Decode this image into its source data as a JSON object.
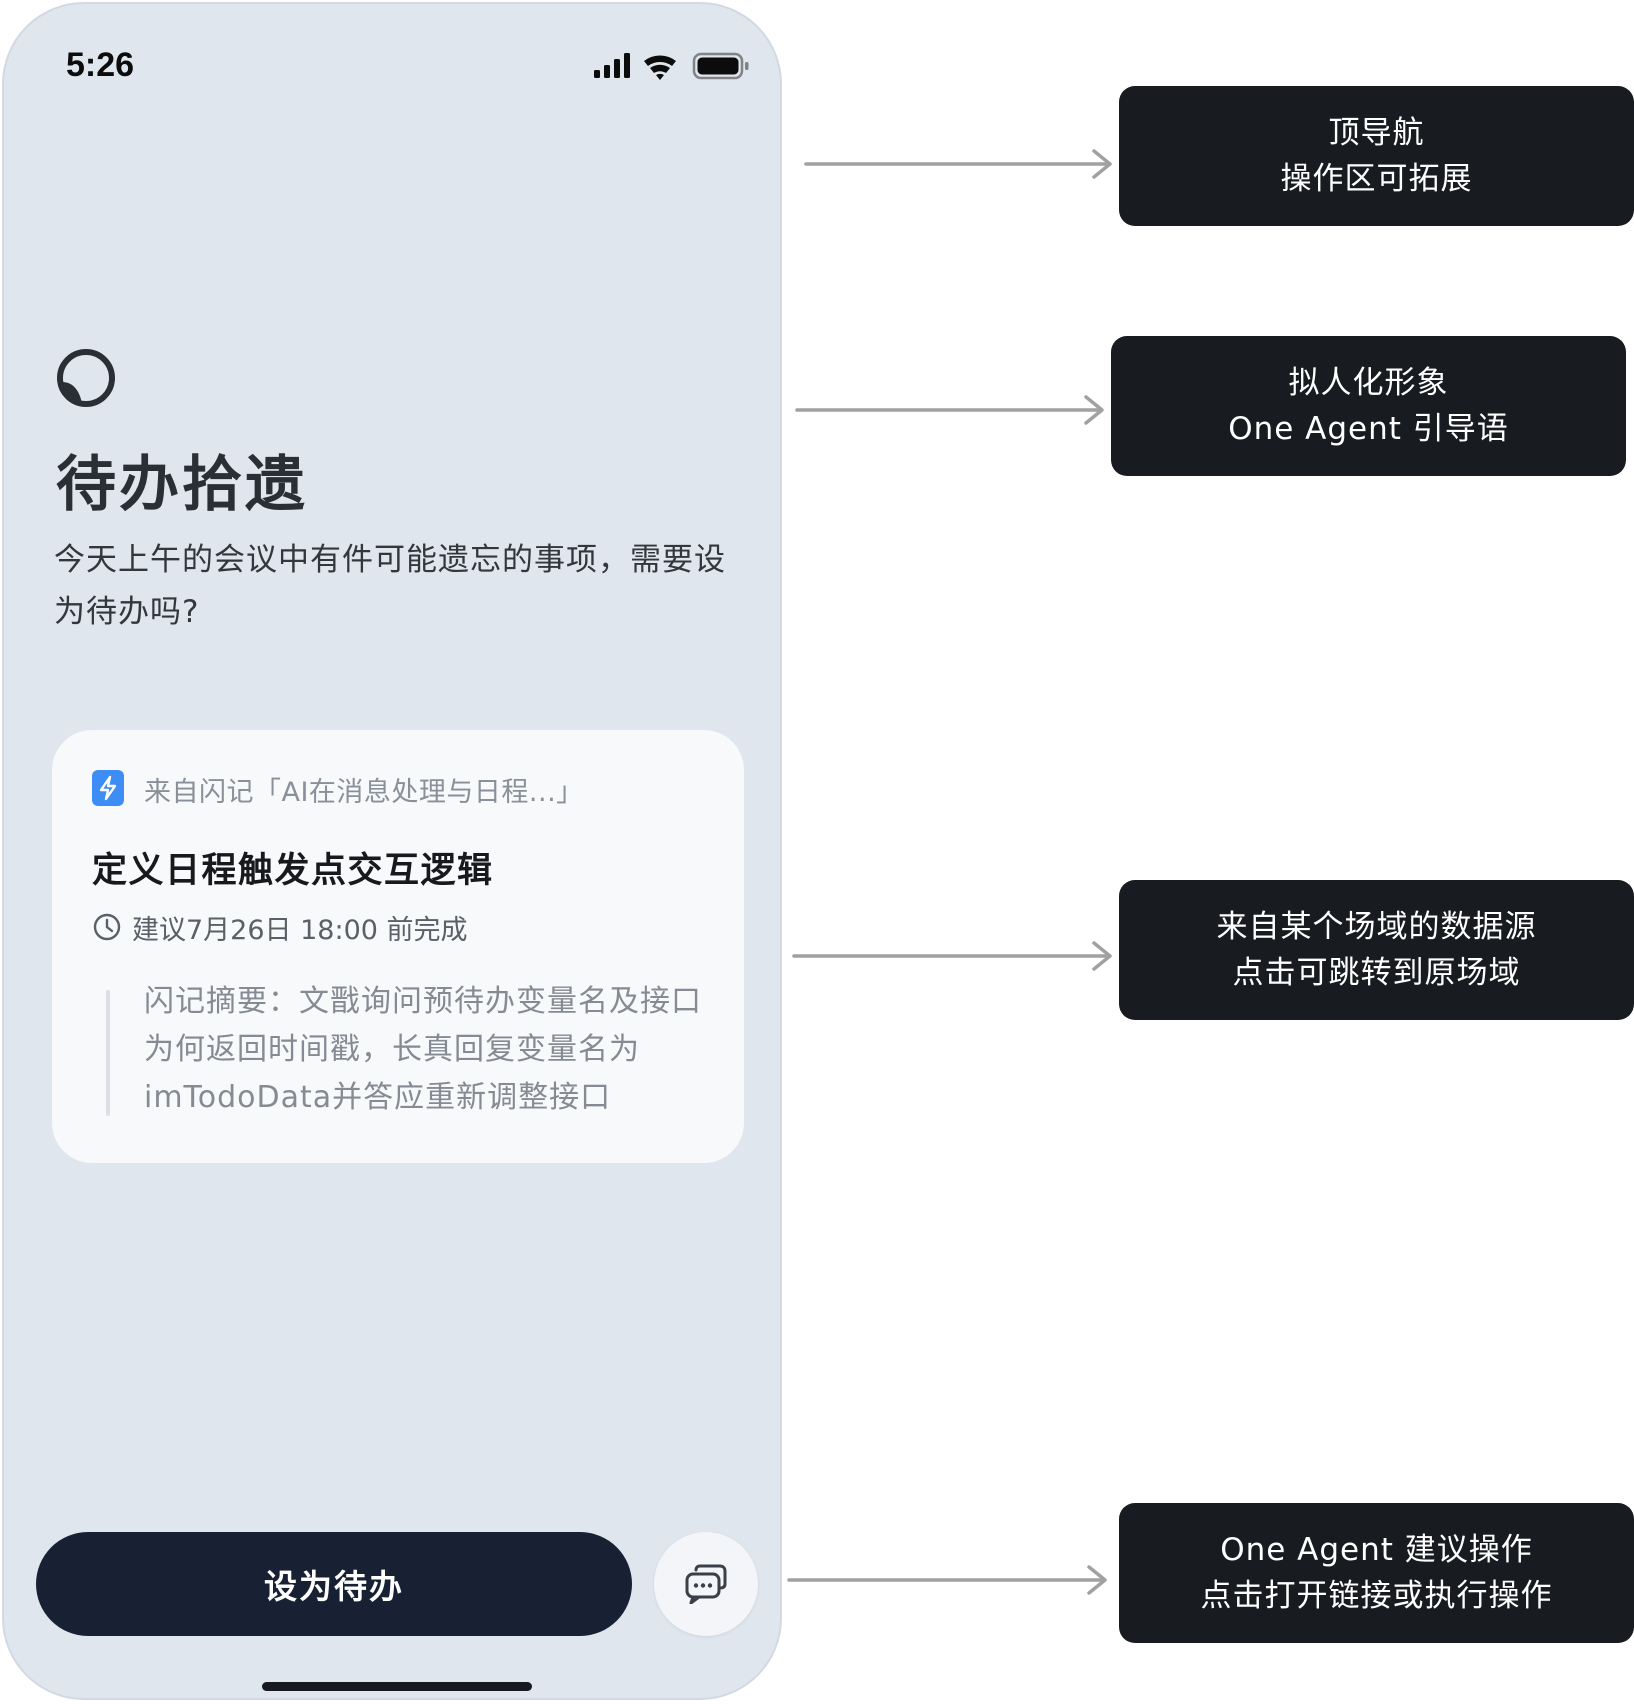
{
  "status_bar": {
    "time": "5:26"
  },
  "header": {
    "title": "待办拾遗",
    "intro": "今天上午的会议中有件可能遗忘的事项，需要设为待办吗?"
  },
  "card": {
    "source": "来自闪记「AI在消息处理与日程...」",
    "title": "定义日程触发点交互逻辑",
    "due": "建议7月26日 18:00 前完成",
    "summary": "闪记摘要：文戬询问预待办变量名及接口为何返回时间戳，长真回复变量名为imTodoData并答应重新调整接口"
  },
  "actions": {
    "primary_label": "设为待办"
  },
  "annotations": [
    {
      "line1": "顶导航",
      "line2": "操作区可拓展"
    },
    {
      "line1": "拟人化形象",
      "line2": "One Agent 引导语"
    },
    {
      "line1": "来自某个场域的数据源",
      "line2": "点击可跳转到原场域"
    },
    {
      "line1": "One Agent 建议操作",
      "line2": "点击打开链接或执行操作"
    }
  ],
  "colors": {
    "phone_bg": "#e0e6ee",
    "card_bg": "#f7f9fb",
    "primary_button": "#182133",
    "source_icon": "#3d8df5",
    "note_bg": "#181b1f"
  },
  "icons": {
    "signal": "cellular-signal-icon",
    "wifi": "wifi-icon",
    "battery": "battery-icon",
    "avatar": "agent-avatar-icon",
    "source": "flash-note-icon",
    "clock": "clock-icon",
    "chat": "chat-bubbles-icon"
  }
}
